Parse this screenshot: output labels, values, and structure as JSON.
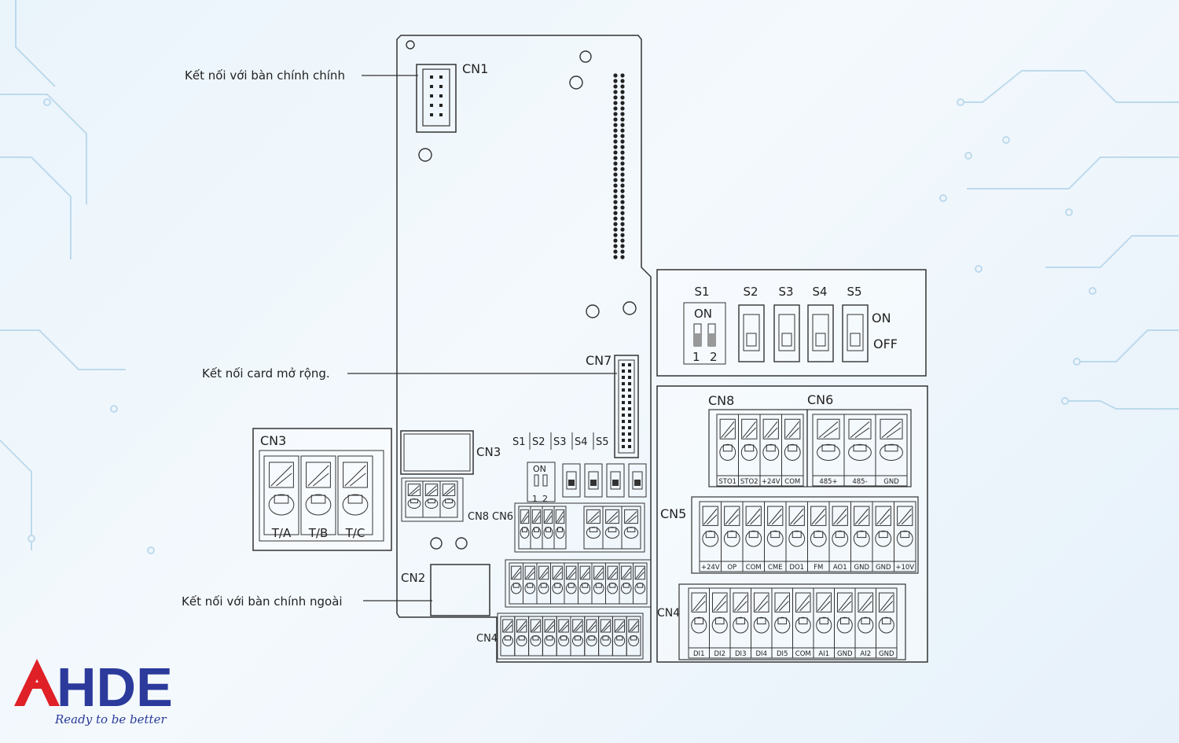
{
  "annotations": {
    "main_board": "Kết nối với bàn chính chính",
    "expansion": "Kết nối card mở rộng.",
    "external": "Kết nối với bàn chính ngoài"
  },
  "board": {
    "cn1": "CN1",
    "cn7": "CN7",
    "cn3": "CN3",
    "cn2": "CN2",
    "cn4": "CN4",
    "cn8": "CN8",
    "cn6": "CN6",
    "switches": [
      "S1",
      "S2",
      "S3",
      "S4",
      "S5"
    ],
    "dip_on": "ON",
    "dip_nums": [
      "1",
      "2"
    ]
  },
  "cn3_detail": {
    "title": "CN3",
    "pins": [
      "T/A",
      "T/B",
      "T/C"
    ]
  },
  "switch_detail": {
    "labels": [
      "S1",
      "S2",
      "S3",
      "S4",
      "S5"
    ],
    "dip_on": "ON",
    "dip_nums": [
      "1",
      "2"
    ],
    "on": "ON",
    "off": "OFF"
  },
  "connector_detail": {
    "cn8": {
      "title": "CN8",
      "pins": [
        "STO1",
        "STO2",
        "+24V",
        "COM"
      ]
    },
    "cn6": {
      "title": "CN6",
      "pins": [
        "485+",
        "485-",
        "GND"
      ]
    },
    "cn5": {
      "title": "CN5",
      "pins": [
        "+24V",
        "OP",
        "COM",
        "CME",
        "DO1",
        "FM",
        "AO1",
        "GND",
        "GND",
        "+10V"
      ]
    },
    "cn4": {
      "title": "CN4",
      "pins": [
        "DI1",
        "DI2",
        "DI3",
        "DI4",
        "DI5",
        "COM",
        "AI1",
        "GND",
        "AI2",
        "GND"
      ]
    }
  },
  "logo": {
    "text": "HDE",
    "tagline": "Ready to be better",
    "red": "#e02027",
    "blue": "#2b3a9b"
  },
  "colors": {
    "line": "#222222",
    "bg": "#eef6fc"
  }
}
